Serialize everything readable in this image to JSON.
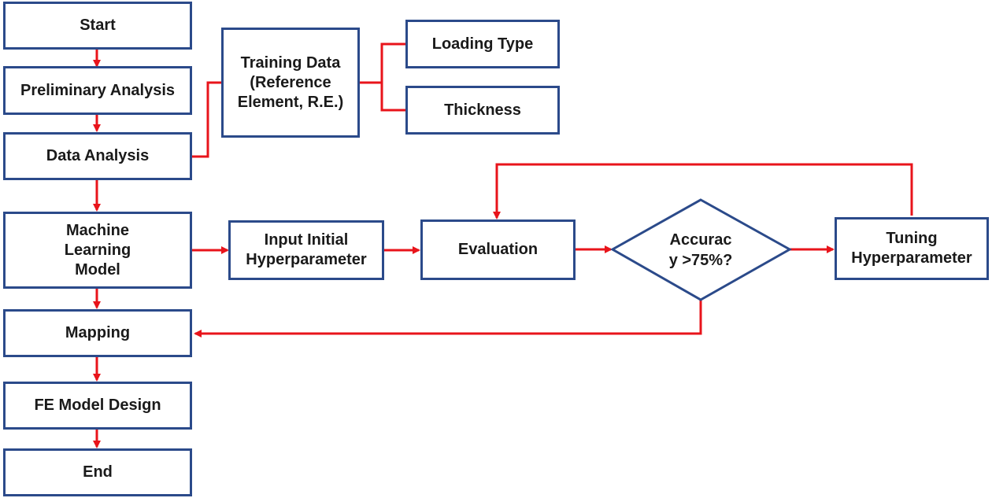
{
  "nodes": {
    "start": "Start",
    "preliminary": "Preliminary Analysis",
    "data_analysis": "Data Analysis",
    "ml_model": "Machine\nLearning\nModel",
    "mapping": "Mapping",
    "fe_design": "FE Model Design",
    "end": "End",
    "training_data": "Training Data\n(Reference\nElement, R.E.)",
    "loading_type": "Loading Type",
    "thickness": "Thickness",
    "input_hyper": "Input Initial\nHyperparameter",
    "evaluation": "Evaluation",
    "accuracy": "Accurac\ny >75%?",
    "tuning": "Tuning\nHyperparameter"
  },
  "colors": {
    "box_border": "#2b4a8a",
    "arrow": "#e8141b",
    "text": "#1a1a1a"
  }
}
